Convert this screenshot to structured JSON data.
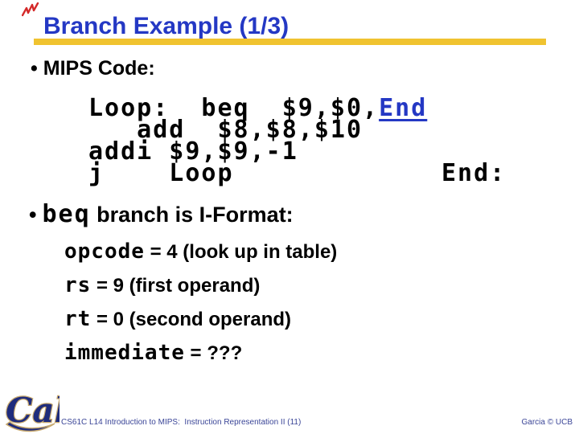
{
  "title": {
    "text": "Branch Example (1/3)"
  },
  "glyphs": {
    "bullet": "•"
  },
  "bullets": {
    "mips_code": "MIPS Code:",
    "beq_mono": "beq",
    "beq_rest": " branch is I-Format:"
  },
  "code": {
    "line1_text": "Loop:  beq  $9,$0,",
    "line1_link": "End",
    "line2": "   add  $8,$8,$10",
    "line3": "addi $9,$9,-1",
    "line4": "j    Loop",
    "end_label": "End:"
  },
  "iformat_items": [
    {
      "mono": "opcode",
      "rest": " = 4 (look up in table)"
    },
    {
      "mono": "rs",
      "rest": " = 9 (first operand)"
    },
    {
      "mono": "rt",
      "rest": " = 0 (second operand)"
    },
    {
      "mono": "immediate",
      "rest": " = ???"
    }
  ],
  "footer": {
    "left": "CS61C L14 Introduction to MIPS:  Instruction Representation II (11)",
    "right": "Garcia © UCB",
    "logo_text": "Cal"
  },
  "colors": {
    "title_blue": "#2438C4",
    "underline_gold": "#F0C330",
    "link_blue": "#2438C4",
    "footer_blue": "#3A4597",
    "logo_navy": "#1F2C7C",
    "logo_tan": "#C8A96E",
    "scribble_red": "#D42A2A"
  }
}
